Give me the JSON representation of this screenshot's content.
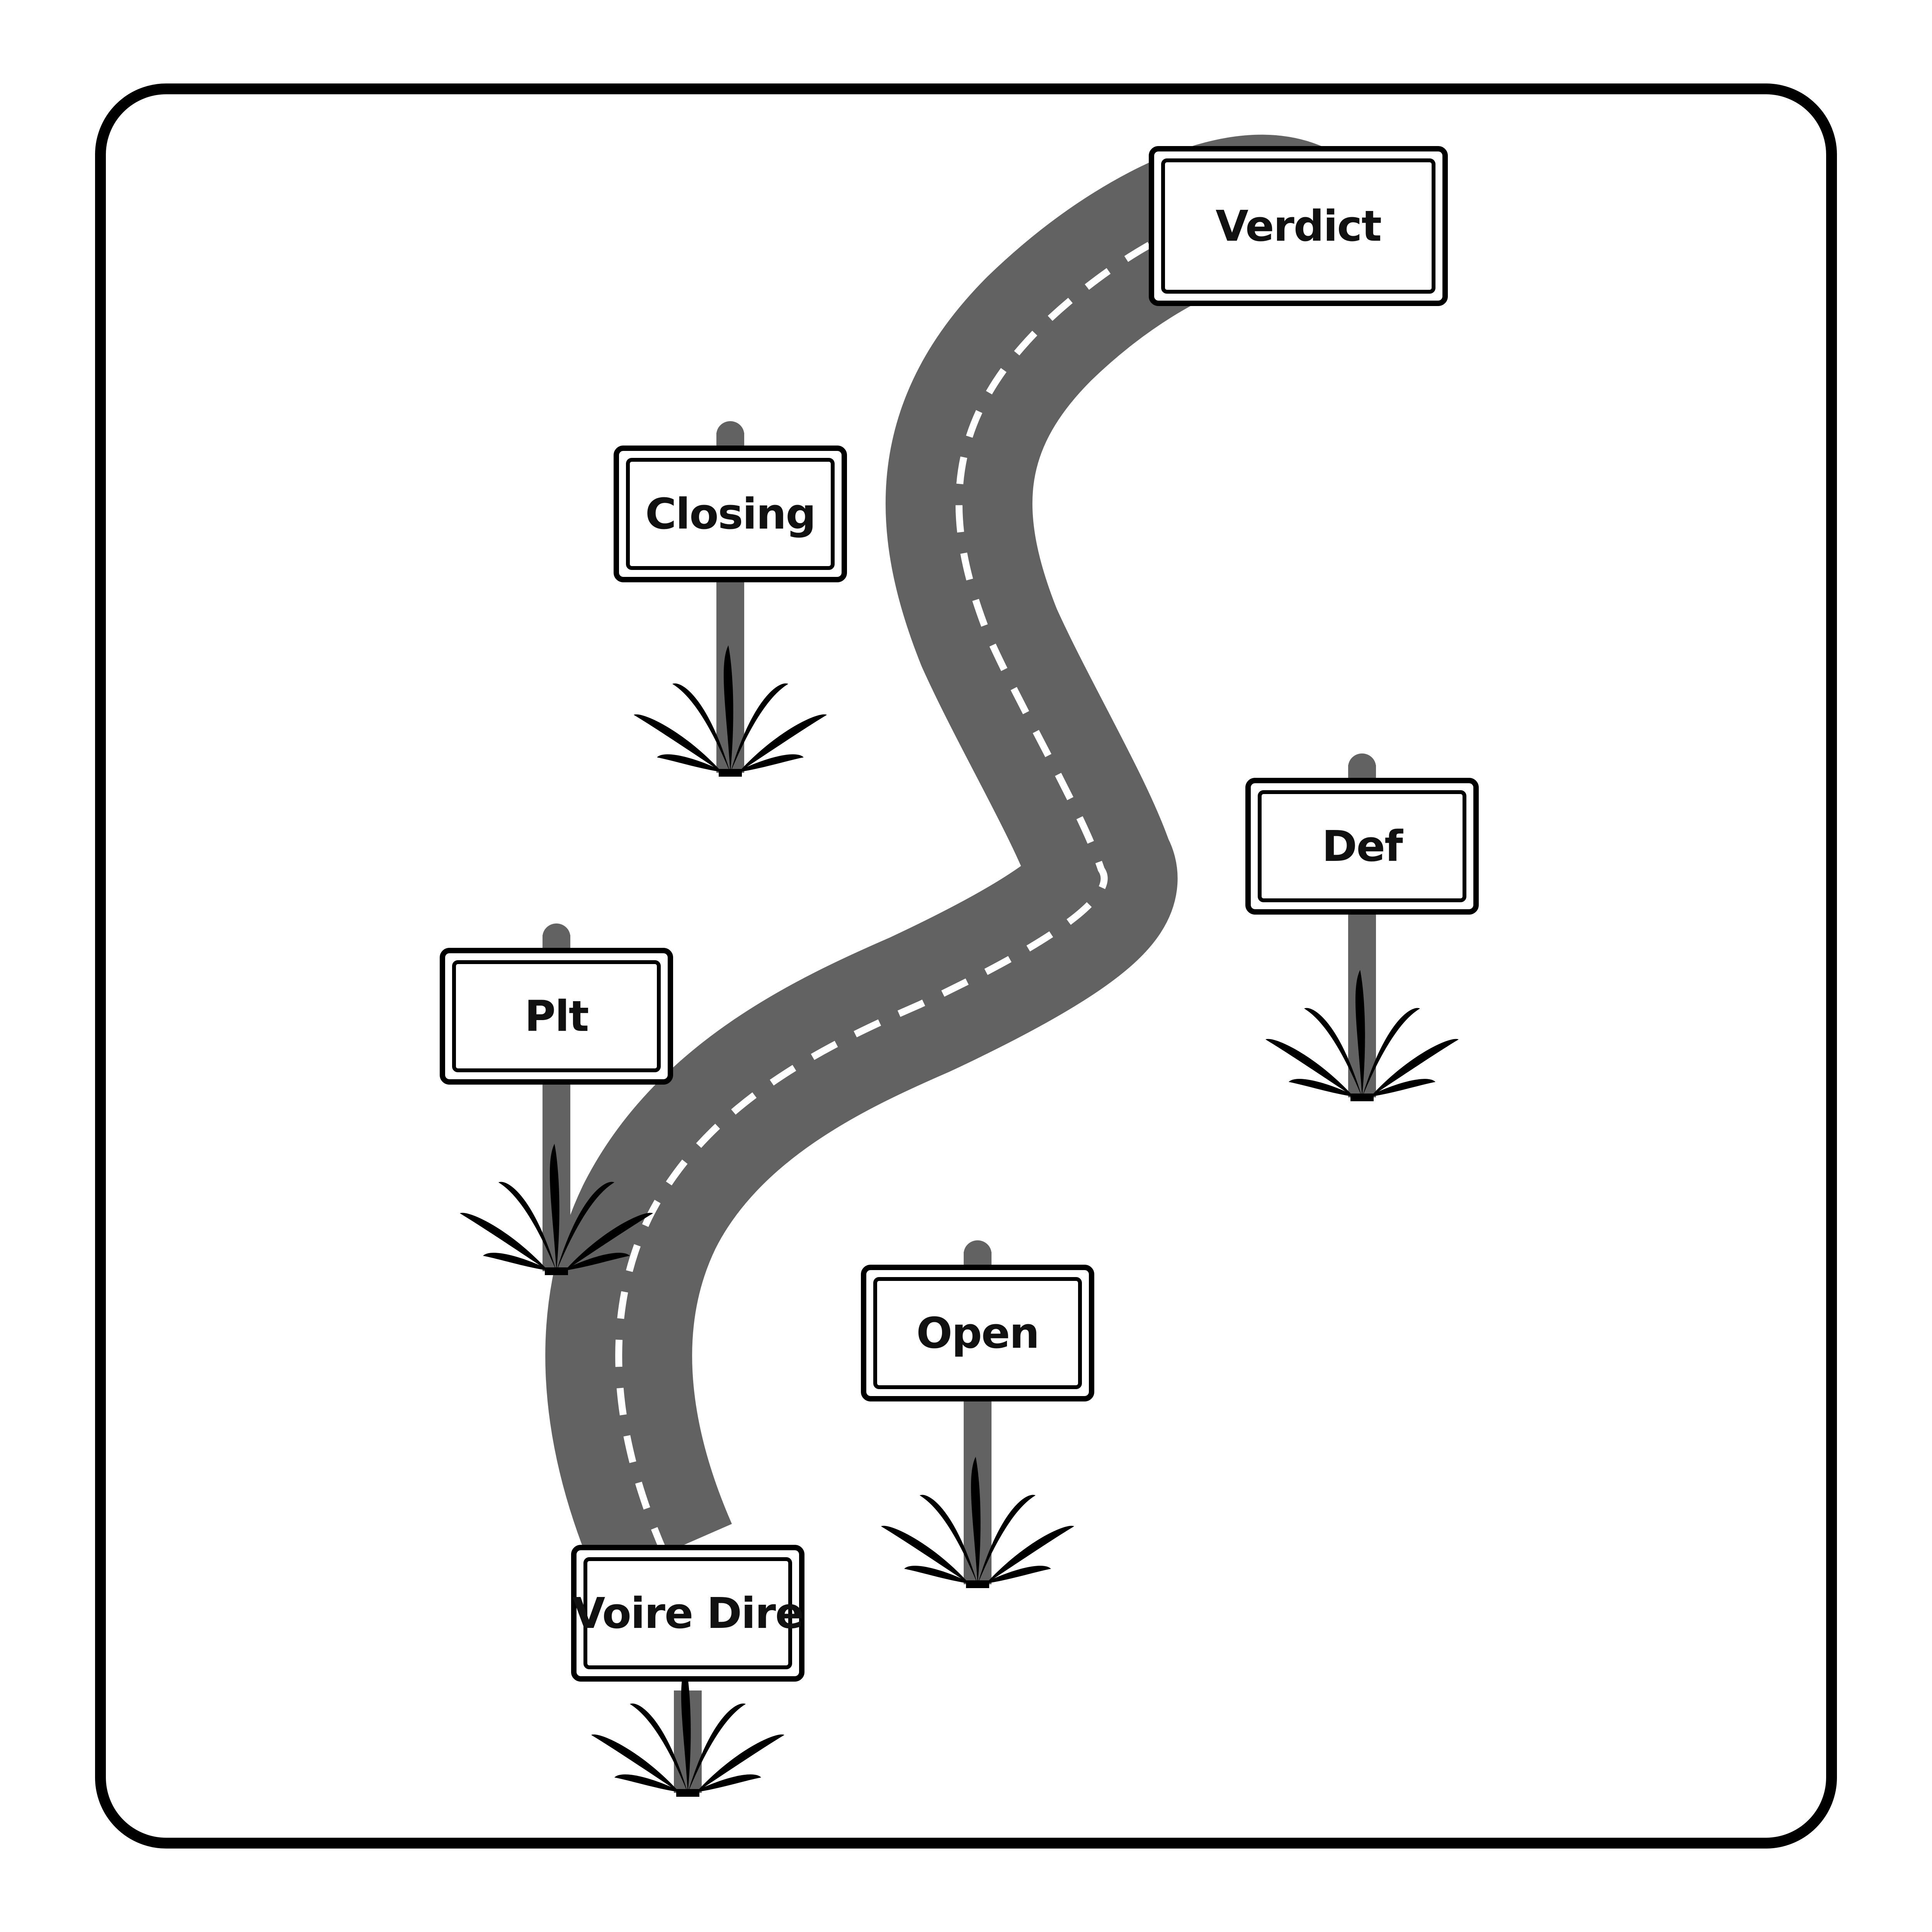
{
  "colors": {
    "background": "#ffffff",
    "frame": "#000000",
    "road": "#626262",
    "road_dash": "#ffffff",
    "post": "#626262",
    "sign_border": "#000000",
    "grass": "#000000"
  },
  "signs": [
    {
      "id": "verdict",
      "label": "Verdict"
    },
    {
      "id": "closing",
      "label": "Closing"
    },
    {
      "id": "def",
      "label": "Def"
    },
    {
      "id": "plt",
      "label": "Plt"
    },
    {
      "id": "open",
      "label": "Open"
    },
    {
      "id": "voire-dire",
      "label": "Voire Dire"
    }
  ]
}
